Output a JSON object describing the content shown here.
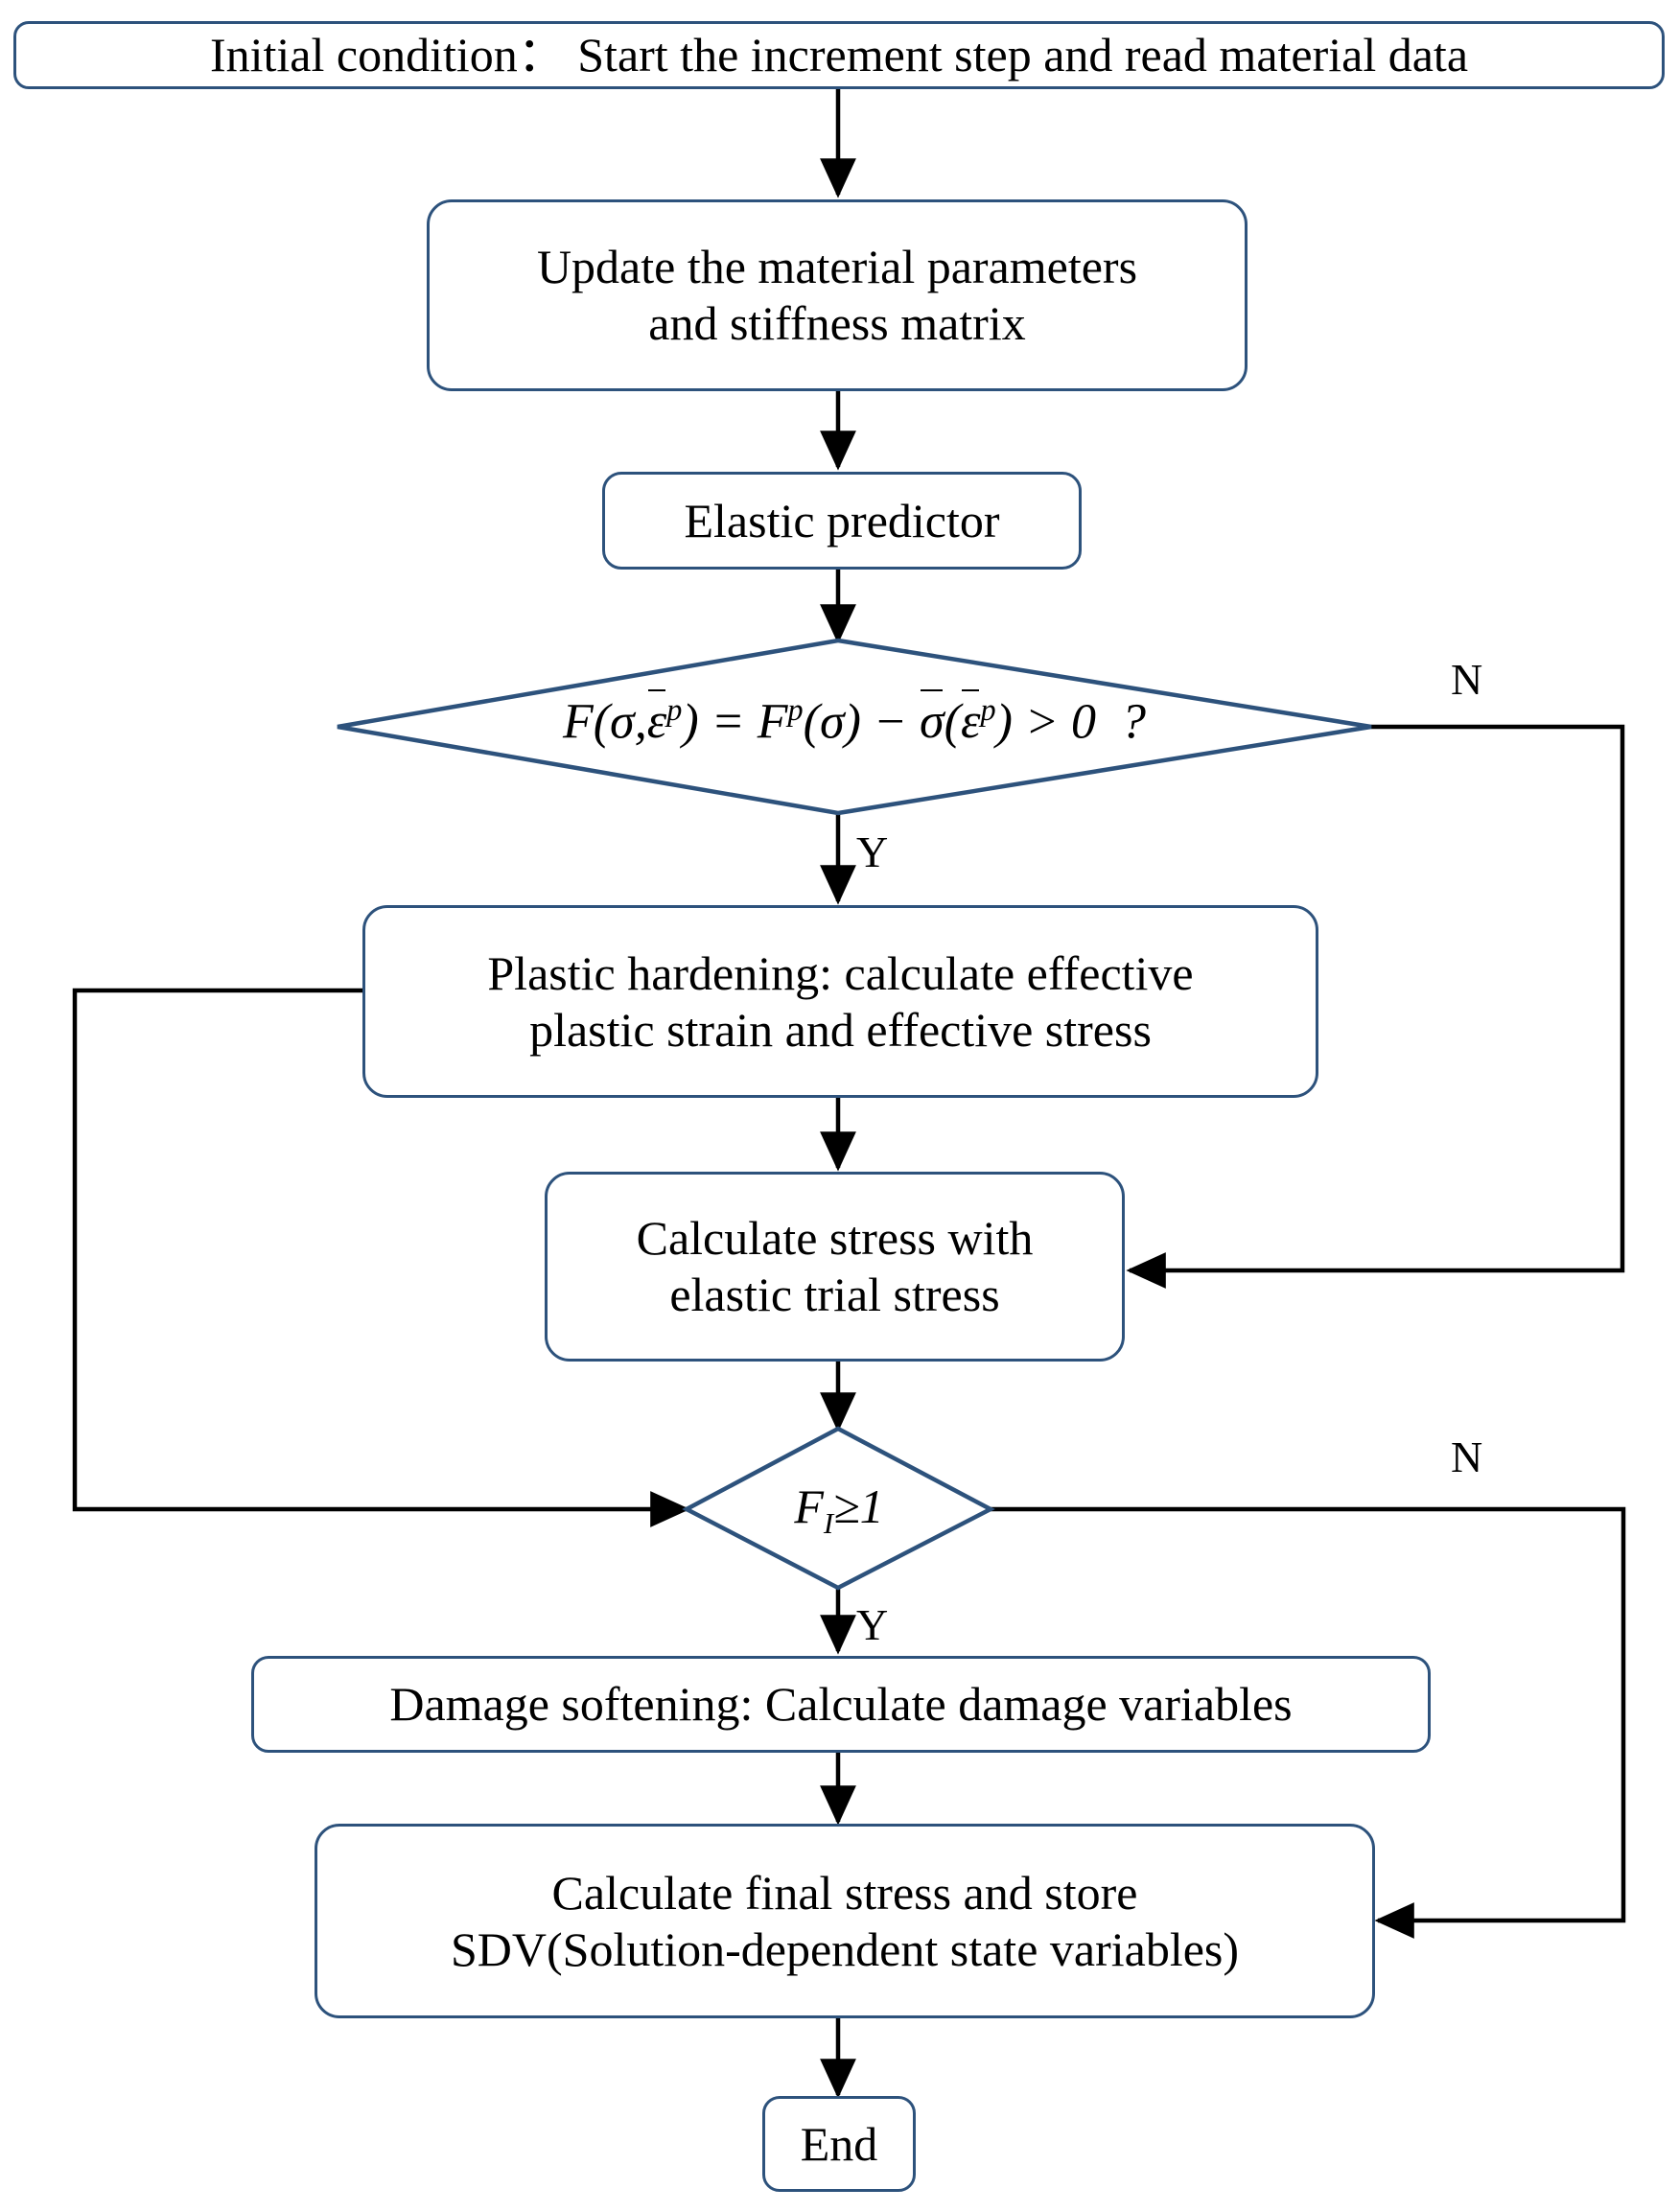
{
  "diagram": {
    "title": "Material model UMAT flowchart",
    "accent_color": "#2d527c",
    "line_color": "#000000",
    "background": "#ffffff"
  },
  "nodes": {
    "initial_condition": "Initial condition：  Start the increment step and read material data",
    "update_material": "Update the material parameters\nand stiffness matrix",
    "elastic_predictor": "Elastic predictor",
    "plastic_hardening": "Plastic hardening: calculate effective\nplastic strain and effective stress",
    "calculate_stress_trial": "Calculate stress with\nelastic trial stress",
    "damage_softening": "Damage softening: Calculate damage variables",
    "calculate_final_stress": "Calculate final stress and store\nSDV(Solution-dependent state variables)",
    "end": "End"
  },
  "decisions": {
    "yield_check": {
      "formula_plain": "F(σ,ε̄ᵖ) = Fᵖ(σ) − σ̄(ε̄ᵖ) > 0  ?",
      "parts": {
        "f": "F",
        "open": "(",
        "sigma": "σ",
        "comma": ",",
        "eps_bar": "ε",
        "sup_p": "p",
        "close": ")",
        "equals": "=",
        "minus": "−",
        "sigma_bar": "σ",
        "gt": ">",
        "zero": "0",
        "question": "?"
      }
    },
    "damage_check": {
      "formula_plain": "F_I ≥ 1",
      "parts": {
        "f": "F",
        "sub_i": "I",
        "geq": "≥",
        "one": "1"
      }
    }
  },
  "edge_labels": {
    "yes_1": "Y",
    "no_1": "N",
    "yes_2": "Y",
    "no_2": "N"
  }
}
